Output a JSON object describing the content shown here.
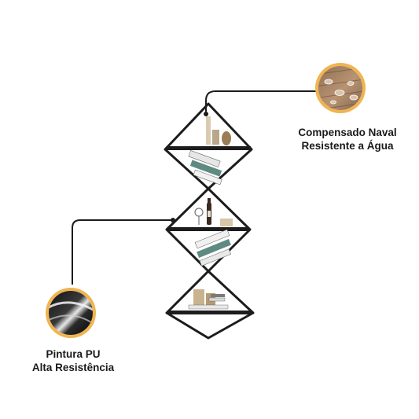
{
  "callouts": {
    "plywood": {
      "line1": "Compensado Naval",
      "line2": "Resistente a Água",
      "icon": "water-drops-on-wood-icon"
    },
    "paint": {
      "line1": "Pintura PU",
      "line2": "Alta Resistência",
      "icon": "glossy-black-paint-icon"
    }
  },
  "colors": {
    "ring": "#f0b451",
    "frame": "#1c1c1c",
    "text": "#1a1a1a"
  }
}
